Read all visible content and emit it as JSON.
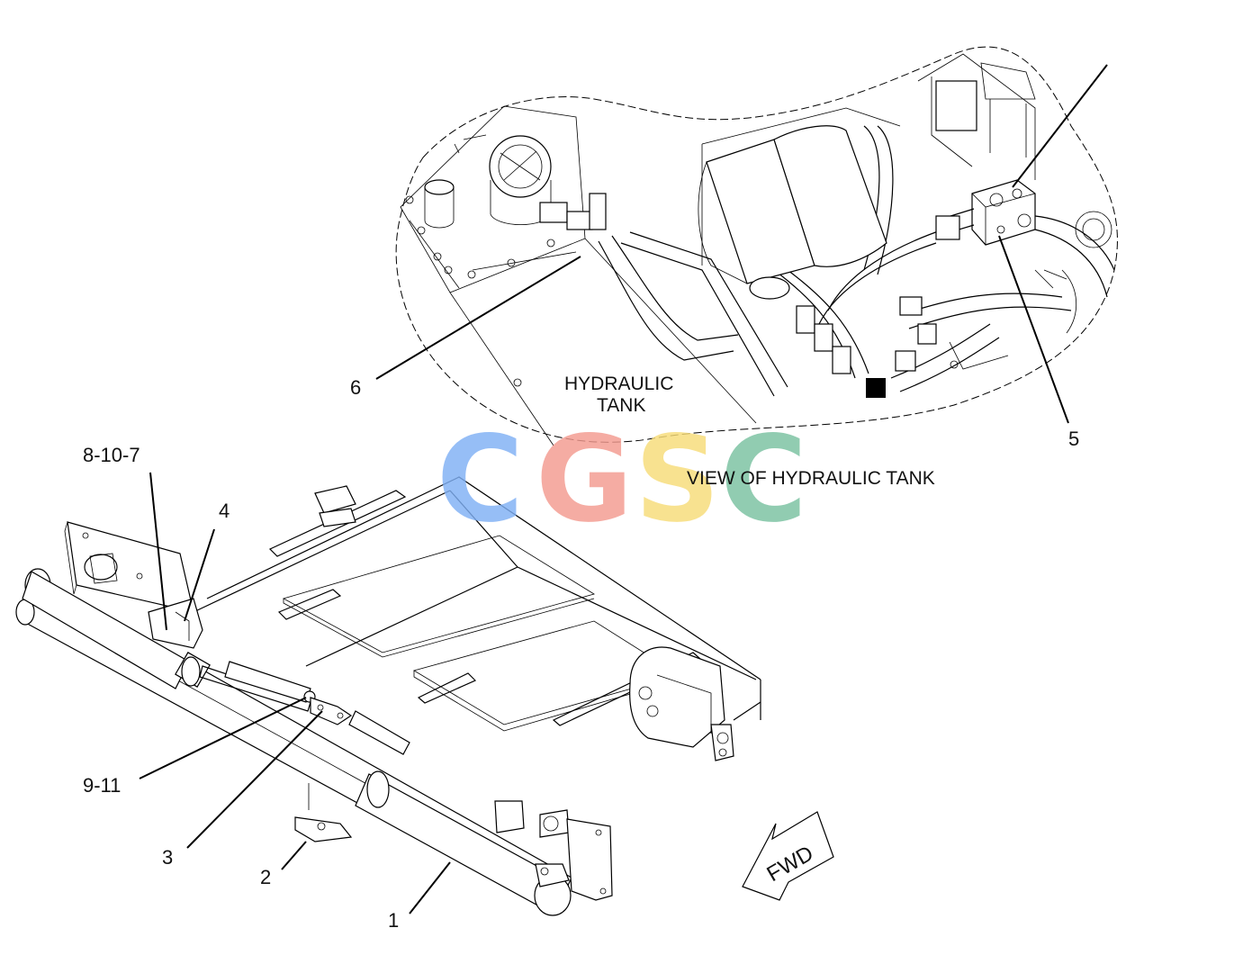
{
  "callouts": {
    "c1": "1",
    "c2": "2",
    "c3": "3",
    "c4": "4",
    "c5": "5",
    "c6": "6",
    "c8_10_7": "8-10-7",
    "c9_11": "9-11"
  },
  "inset": {
    "tank_label_line1": "HYDRAULIC",
    "tank_label_line2": "TANK",
    "view_caption": "VIEW OF HYDRAULIC TANK"
  },
  "direction_arrow": {
    "label": "FWD"
  },
  "watermark": {
    "letters": [
      "C",
      "G",
      "S",
      "C"
    ],
    "colors": [
      "#7fb0f5",
      "#f39a8f",
      "#f7dc78",
      "#79c2a0"
    ]
  },
  "colors": {
    "ink": "#000000",
    "background": "#ffffff"
  }
}
